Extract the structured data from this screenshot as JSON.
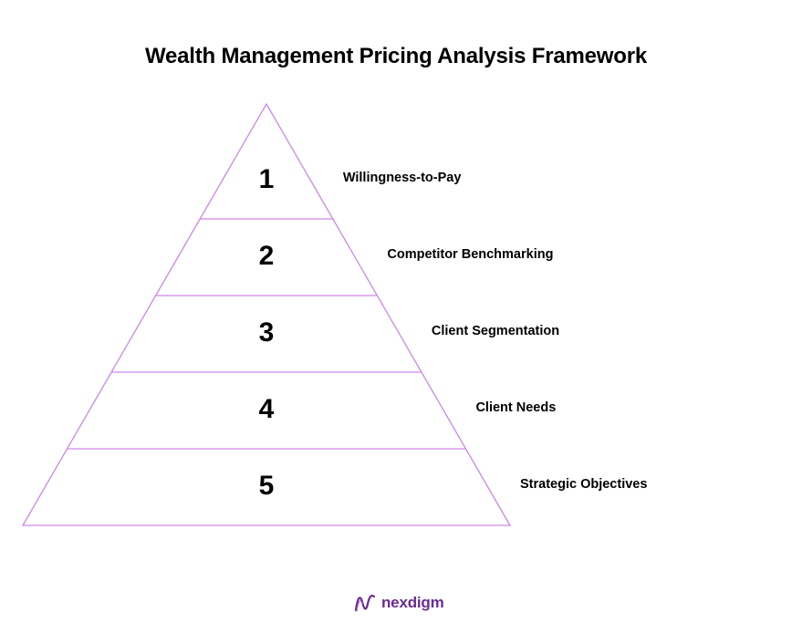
{
  "title": "Wealth Management Pricing Analysis Framework",
  "colors": {
    "outline": "#cf86e6",
    "text": "#000000",
    "brand": "#6b2c91"
  },
  "levels": [
    {
      "number": "1",
      "label": "Willingness-to-Pay"
    },
    {
      "number": "2",
      "label": "Competitor Benchmarking"
    },
    {
      "number": "3",
      "label": "Client Segmentation"
    },
    {
      "number": "4",
      "label": "Client Needs"
    },
    {
      "number": "5",
      "label": "Strategic Objectives"
    }
  ],
  "brand": {
    "name": "nexdigm",
    "logo_icon": "nexdigm-logo-icon"
  }
}
